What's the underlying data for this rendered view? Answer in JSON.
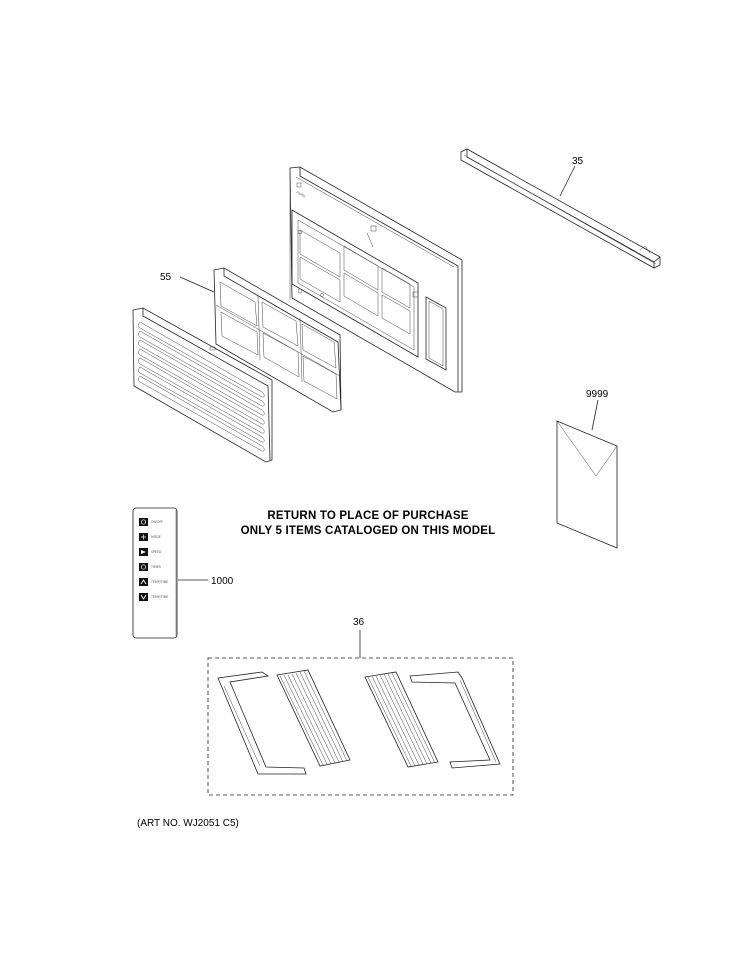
{
  "callouts": {
    "rail": "35",
    "filter": "55",
    "manual": "9999",
    "remote": "1000",
    "curtain_kit": "36"
  },
  "note": {
    "line1": "RETURN TO PLACE OF PURCHASE",
    "line2": "ONLY 5 ITEMS CATALOGED ON THIS MODEL"
  },
  "art_number": "(ART NO. WJ2051 C5)",
  "remote_buttons": [
    {
      "label": "ON/OFF",
      "icon": "power-icon"
    },
    {
      "label": "MODE",
      "icon": "mode-icon"
    },
    {
      "label": "SPEED",
      "icon": "fan-speed-icon"
    },
    {
      "label": "TIMER",
      "icon": "timer-icon"
    },
    {
      "label": "TEMP/TIME",
      "icon": "chevron-up-icon"
    },
    {
      "label": "TEMP/TIME",
      "icon": "chevron-down-icon"
    }
  ]
}
